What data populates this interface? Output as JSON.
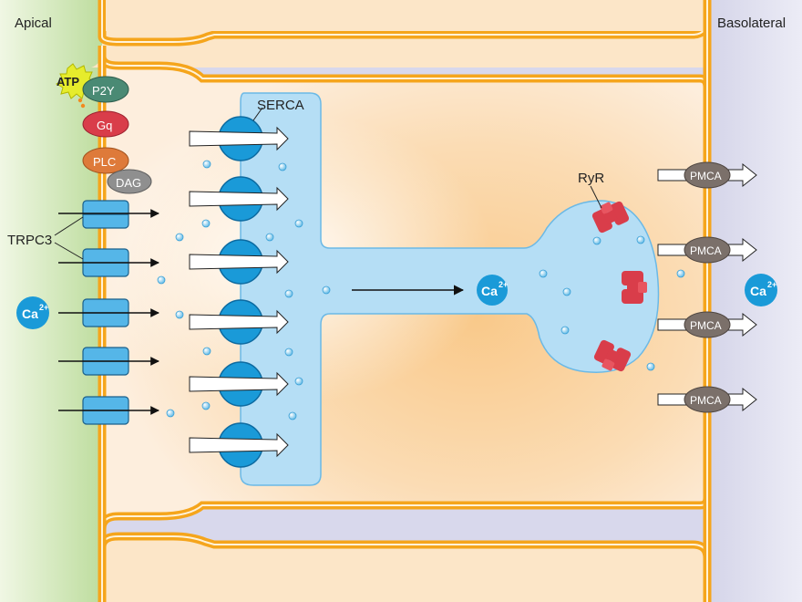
{
  "labels": {
    "apical": "Apical",
    "basolateral": "Basolateral",
    "atp": "ATP",
    "p2y": "P2Y",
    "gq": "Gq",
    "plc": "PLC",
    "dag": "DAG",
    "trpc3": "TRPC3",
    "serca": "SERCA",
    "ryr": "RyR",
    "pmca": "PMCA",
    "ca": "Ca",
    "ca_charge": "2+"
  },
  "colors": {
    "apical_bg": "#c4dfa6",
    "basolateral_bg": "#d7d7ea",
    "cytoplasm": "#fce6c8",
    "membrane": "#f5a51c",
    "er": "#b5def5",
    "serca": "#1a9ad8",
    "trpc3": "#55b6e8",
    "ryr": "#d93d4a",
    "pmca": "#7b706a",
    "p2y": "#4a8a74",
    "gq": "#d93d4a",
    "plc": "#de7a3a",
    "dag": "#8f8f8f",
    "atp": "#e6ec2c"
  }
}
